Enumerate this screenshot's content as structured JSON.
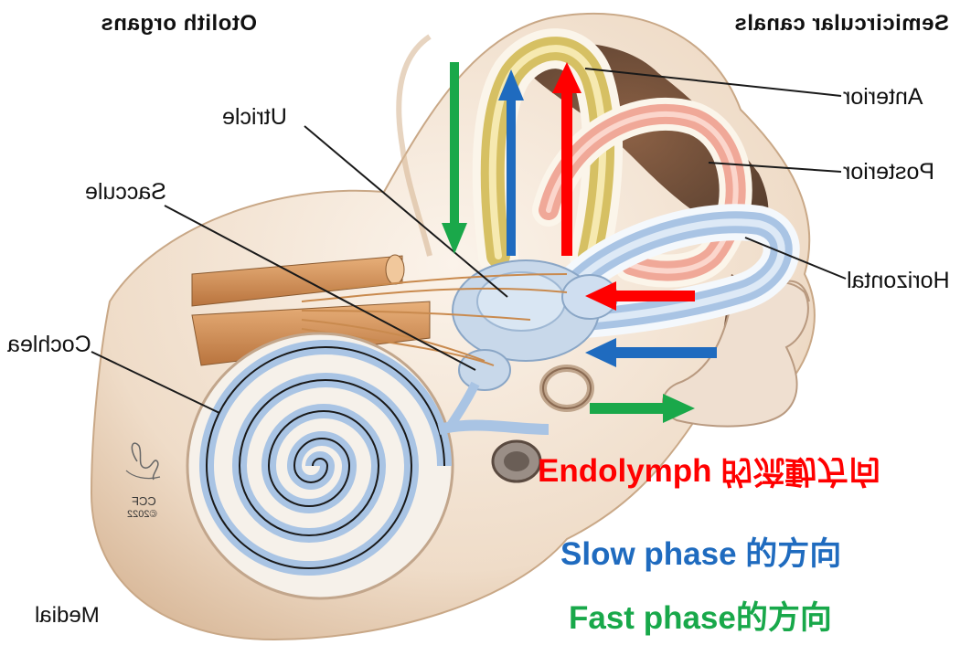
{
  "headers": {
    "semicircular_canals": "Semicircular canals",
    "otolith_organs": "Otolith organs"
  },
  "labels": {
    "anterior": "Anterior",
    "posterior": "Posterior",
    "horizontal": "Horizontal",
    "utricle": "Utricle",
    "saccule": "Saccule",
    "cochlea": "Cochlea",
    "medial": "Medial"
  },
  "copyright": {
    "ccf": "CCF",
    "year": "©2022"
  },
  "legend": {
    "endolymph": {
      "text": "Endolymph",
      "suffix": "的流動方向",
      "color": "#ff0000"
    },
    "slow_phase": {
      "text": "Slow phase 的方向",
      "color": "#1f6bbf"
    },
    "fast_phase": {
      "text": "Fast phase的方向",
      "color": "#18a84a"
    }
  },
  "colors": {
    "endolymph_arrow": "#ff0000",
    "slow_arrow": "#1f6bbf",
    "fast_arrow": "#1aa84a",
    "bone_brown": "#8b5a3c",
    "membrane_blue": "#b9cfe8",
    "anterior_canal": "#d6c063",
    "posterior_canal": "#f0a898",
    "nerve": "#d89a5a"
  },
  "icons": {
    "signature": "artist-signature-icon"
  }
}
